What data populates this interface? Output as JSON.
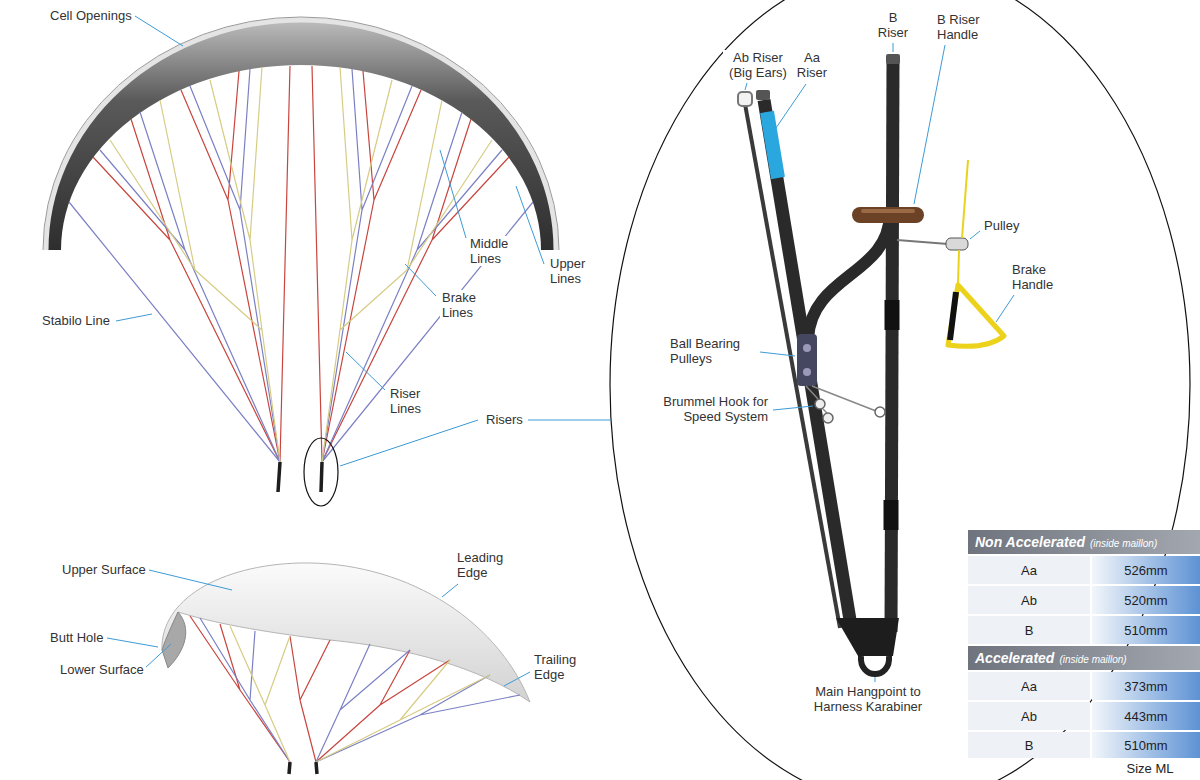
{
  "diagram": {
    "labels": [
      "Cell Openings",
      "Upper Lines",
      "Middle Lines",
      "Stabilo Line",
      "Brake Lines",
      "Riser Lines",
      "Risers",
      "Upper Surface",
      "Leading Edge",
      "Butt Hole",
      "Lower Surface",
      "Trailing Edge",
      "Ab Riser (Big Ears)",
      "Aa Riser",
      "B Riser",
      "B Riser Handle",
      "Pulley",
      "Brake Handle",
      "Ball Bearing Pulleys",
      "Brummel Hook for Speed System",
      "Main Hangpoint to Harness Karabiner",
      "Non Accelerated",
      "(inside maillon)",
      "Aa",
      "526mm",
      "Ab",
      "520mm",
      "B",
      "510mm",
      "Accelerated",
      "(inside maillon)",
      "Aa",
      "373mm",
      "Ab",
      "443mm",
      "B",
      "510mm",
      "Size ML"
    ]
  }
}
